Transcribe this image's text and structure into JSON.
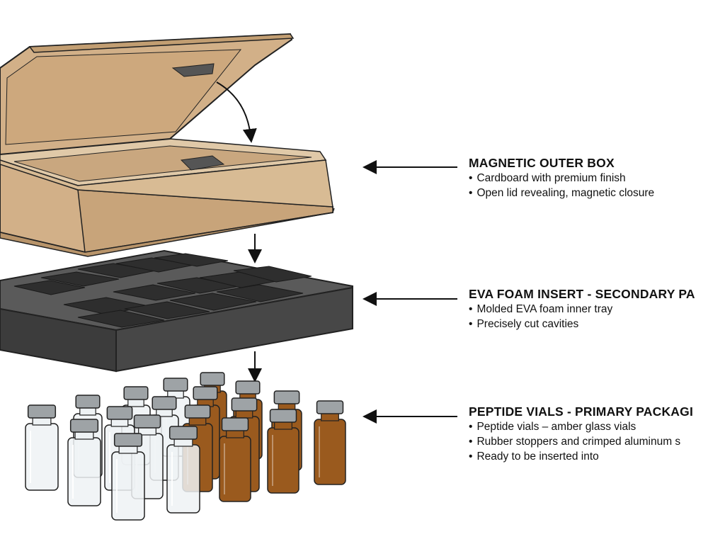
{
  "sections": [
    {
      "id": "outer-box",
      "heading": "MAGNETIC OUTER BOX",
      "bullets": [
        "Cardboard with premium finish",
        "Open lid revealing, magnetic closure"
      ]
    },
    {
      "id": "foam-insert",
      "heading": "EVA FOAM INSERT - SECONDARY PA",
      "bullets": [
        "Molded EVA foam inner tray",
        "Precisely cut cavities"
      ]
    },
    {
      "id": "vials",
      "heading": "PEPTIDE VIALS - PRIMARY PACKAGI",
      "bullets": [
        "Peptide vials – amber glass vials",
        "Rubber stoppers and crimped aluminum s",
        "Ready to be inserted into"
      ]
    }
  ],
  "colors": {
    "cardboard": "#d2b088",
    "cardboard_dark": "#b8946a",
    "foam": "#4a4a4a",
    "foam_dark": "#2e2e2e",
    "amber_glass": "#9a5a1e",
    "clear_glass": "#eef2f4",
    "cap": "#9ea3a6",
    "outline": "#222222"
  },
  "icons": [
    "arrow-left-icon",
    "arrow-down-icon",
    "curved-arrow-icon"
  ]
}
